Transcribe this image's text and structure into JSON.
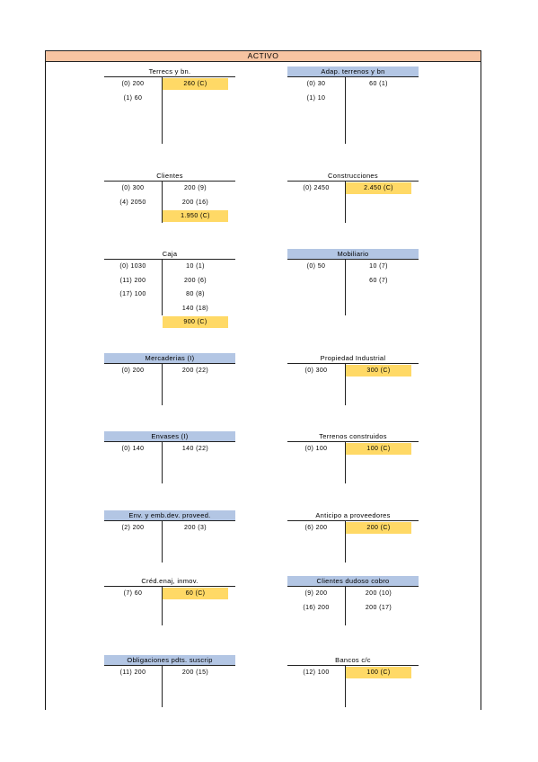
{
  "header": {
    "title": "ACTIVO"
  },
  "colors": {
    "header_bg": "#f7c4a2",
    "title_highlight": "#b3c6e4",
    "balance_highlight": "#ffd966"
  },
  "accounts": [
    {
      "title": "Terrecs y bn.",
      "title_highlight": false,
      "rows": [
        {
          "debit": "(0) 200",
          "credit": "260 (C)",
          "credit_highlight": true
        },
        {
          "debit": "(1) 60",
          "credit": ""
        }
      ]
    },
    {
      "title": "Adap. terrenos y bn",
      "title_highlight": true,
      "rows": [
        {
          "debit": "(0) 30",
          "credit": "60 (1)"
        },
        {
          "debit": "(1) 10",
          "credit": ""
        }
      ]
    },
    {
      "title": "Clientes",
      "title_highlight": false,
      "rows": [
        {
          "debit": "(0) 300",
          "credit": "200 (9)"
        },
        {
          "debit": "(4) 2050",
          "credit": "200 (16)"
        },
        {
          "debit": "",
          "credit": "1.950 (C)",
          "credit_highlight": true
        }
      ]
    },
    {
      "title": "Construcciones",
      "title_highlight": false,
      "rows": [
        {
          "debit": "(0) 2450",
          "credit": "2.450 (C)",
          "credit_highlight": true
        }
      ]
    },
    {
      "title": "Caja",
      "title_highlight": false,
      "rows": [
        {
          "debit": "(0) 1030",
          "credit": "10 (1)"
        },
        {
          "debit": "(11) 200",
          "credit": "200 (6)"
        },
        {
          "debit": "(17) 100",
          "credit": "80 (8)"
        },
        {
          "debit": "",
          "credit": "140 (18)"
        },
        {
          "debit": "",
          "credit": "900 (C)",
          "credit_highlight": true
        }
      ]
    },
    {
      "title": "Mobiliario",
      "title_highlight": true,
      "rows": [
        {
          "debit": "(0) 50",
          "credit": "10 (7)"
        },
        {
          "debit": "",
          "credit": "60 (7)"
        }
      ]
    },
    {
      "title": "Mercaderias (I)",
      "title_highlight": true,
      "rows": [
        {
          "debit": "(0) 200",
          "credit": "200 (22)"
        }
      ]
    },
    {
      "title": "Propiedad Industrial",
      "title_highlight": false,
      "rows": [
        {
          "debit": "(0) 300",
          "credit": "300 (C)",
          "credit_highlight": true
        }
      ]
    },
    {
      "title": "Envases (I)",
      "title_highlight": true,
      "rows": [
        {
          "debit": "(0) 140",
          "credit": "140 (22)"
        }
      ]
    },
    {
      "title": "Terrenos construidos",
      "title_highlight": false,
      "rows": [
        {
          "debit": "(0) 100",
          "credit": "100 (C)",
          "credit_highlight": true
        }
      ]
    },
    {
      "title": "Env. y emb.dev. proveed.",
      "title_highlight": true,
      "rows": [
        {
          "debit": "(2) 200",
          "credit": "200 (3)"
        }
      ]
    },
    {
      "title": "Anticipo a proveedores",
      "title_highlight": false,
      "rows": [
        {
          "debit": "(6) 200",
          "credit": "200 (C)",
          "credit_highlight": true
        }
      ]
    },
    {
      "title": "Créd.enaj, inmov.",
      "title_highlight": false,
      "rows": [
        {
          "debit": "(7) 60",
          "credit": "60 (C)",
          "credit_highlight": true
        }
      ]
    },
    {
      "title": "Clientes dudoso cobro",
      "title_highlight": true,
      "rows": [
        {
          "debit": "(9) 200",
          "credit": "200 (10)"
        },
        {
          "debit": "(16) 200",
          "credit": "200 (17)"
        }
      ]
    },
    {
      "title": "Obligaciones pdts. suscrip",
      "title_highlight": true,
      "rows": [
        {
          "debit": "(11) 200",
          "credit": "200 (15)"
        }
      ]
    },
    {
      "title": "Bancos c/c",
      "title_highlight": false,
      "rows": [
        {
          "debit": "(12) 100",
          "credit": "100 (C)",
          "credit_highlight": true
        }
      ]
    }
  ]
}
